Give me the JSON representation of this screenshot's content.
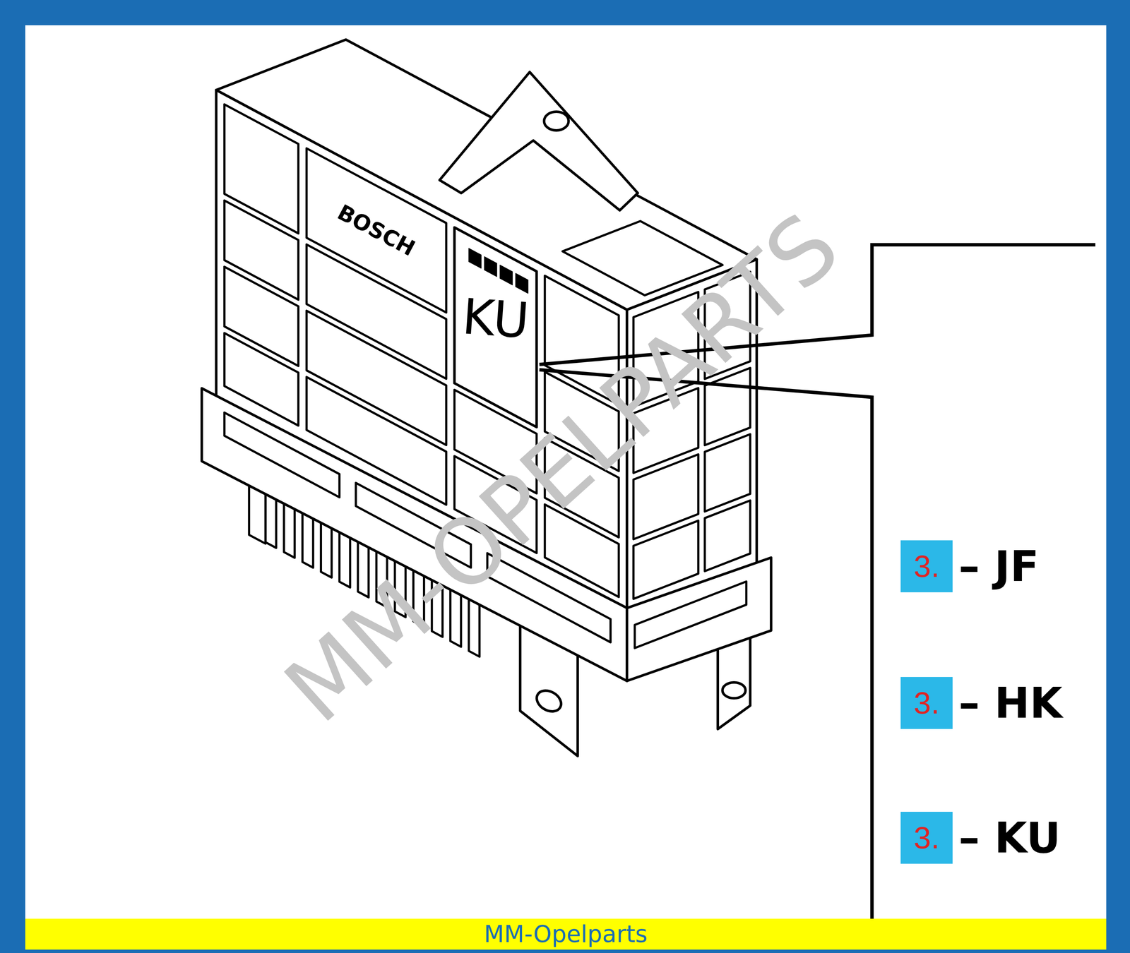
{
  "diagram": {
    "nodes": [
      {
        "text": [
          "3."
        ]
      },
      {
        "text": [
          "3."
        ]
      },
      {
        "text": [
          "3."
        ]
      },
      {
        "text": [
          "MM-Opelparts"
        ]
      }
    ],
    "labels": [
      "BOSCH",
      "KU",
      "– JF",
      "– HK",
      "– KU",
      "MM-OPELPARTS"
    ]
  }
}
